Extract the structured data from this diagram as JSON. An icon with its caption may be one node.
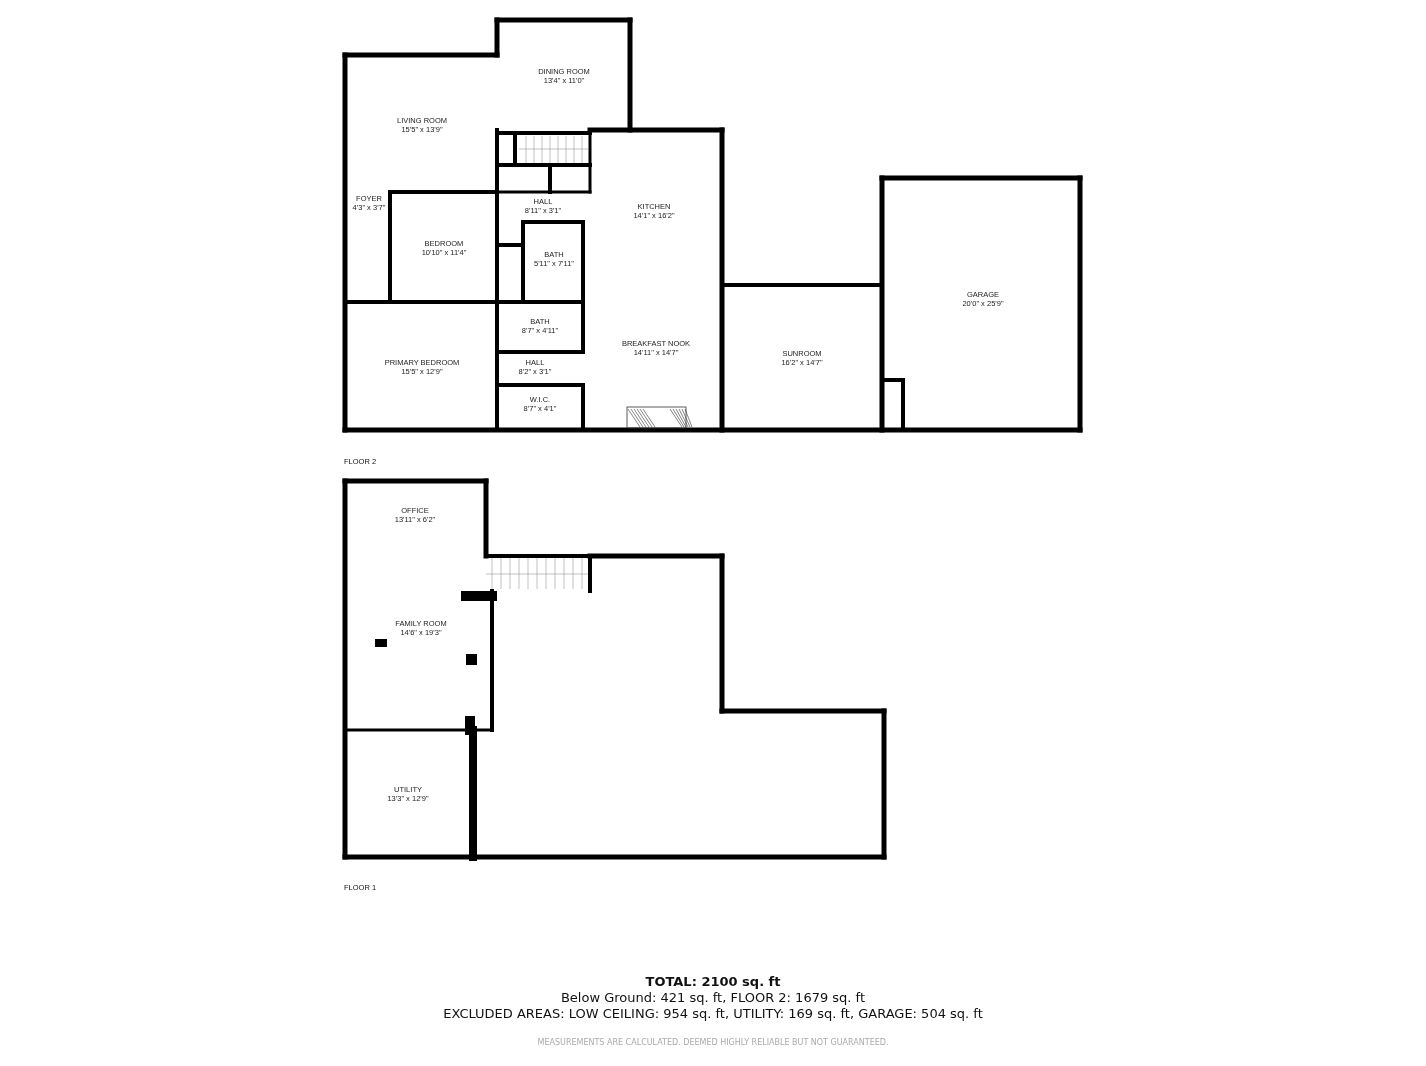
{
  "diagram": {
    "nodes": [
      {
        "text": [
          "DINING ROOM",
          "13'4\" x 11'0\""
        ]
      },
      {
        "text": [
          "LIVING ROOM",
          "15'5\" x 13'9\""
        ]
      },
      {
        "text": [
          "FOYER",
          "4'3\" x 3'7\""
        ]
      },
      {
        "text": [
          "HALL",
          "8'11\" x 3'1\""
        ]
      },
      {
        "text": [
          "KITCHEN",
          "14'1\" x 16'2\""
        ]
      },
      {
        "text": [
          "BEDROOM",
          "10'10\" x 11'4\""
        ]
      },
      {
        "text": [
          "BATH",
          "5'11\" x 7'11\""
        ]
      },
      {
        "text": [
          "GARAGE",
          "20'0\" x 25'9\""
        ]
      },
      {
        "text": [
          "BATH",
          "8'7\" x 4'11\""
        ]
      },
      {
        "text": [
          "BREAKFAST NOOK",
          "14'11\" x 14'7\""
        ]
      },
      {
        "text": [
          "SUNROOM",
          "16'2\" x 14'7\""
        ]
      },
      {
        "text": [
          "PRIMARY BEDROOM",
          "15'5\" x 12'9\""
        ]
      },
      {
        "text": [
          "HALL",
          "8'2\" x 3'1\""
        ]
      },
      {
        "text": [
          "W.I.C.",
          "8'7\" x 4'1\""
        ]
      },
      {
        "text": [
          "OFFICE",
          "13'11\" x 6'2\""
        ]
      },
      {
        "text": [
          "FAMILY ROOM",
          "14'6\" x 19'3\""
        ]
      },
      {
        "text": [
          "UTILITY",
          "13'3\" x 12'9\""
        ]
      }
    ],
    "labels": [
      "FLOOR 2",
      "FLOOR 1",
      "TOTAL: 2100 sq. ft",
      "Below Ground: 421 sq. ft, FLOOR 2: 1679 sq. ft",
      "EXCLUDED AREAS: LOW CEILING: 954 sq. ft, UTILITY: 169 sq. ft, GARAGE: 504 sq. ft",
      "MEASUREMENTS ARE CALCULATED. DEEMED HIGHLY RELIABLE BUT NOT GUARANTEED."
    ]
  }
}
